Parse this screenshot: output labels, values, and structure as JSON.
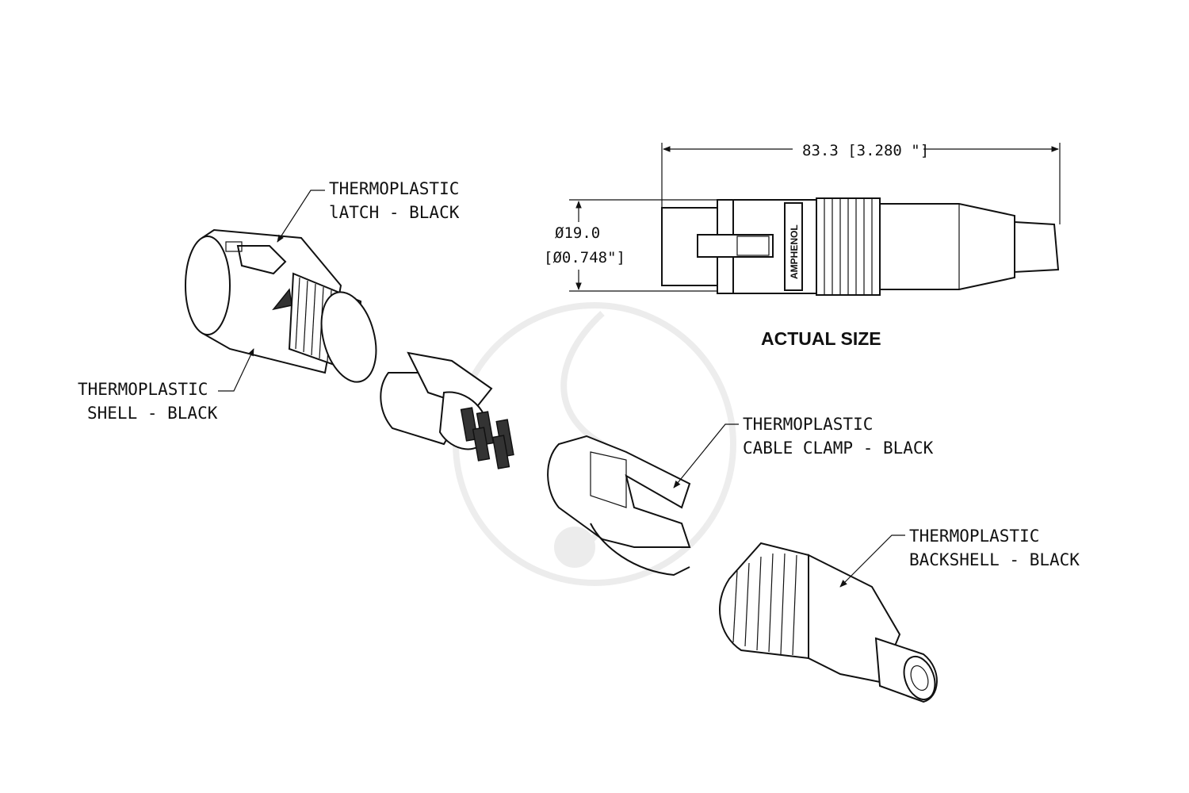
{
  "labels": {
    "latch": {
      "line1": "THERMOPLASTIC",
      "line2": "lATCH - BLACK"
    },
    "shell": {
      "line1": "THERMOPLASTIC",
      "line2": "SHELL - BLACK"
    },
    "cable_clamp": {
      "line1": "THERMOPLASTIC",
      "line2": "CABLE CLAMP - BLACK"
    },
    "backshell": {
      "line1": "THERMOPLASTIC",
      "line2": "BACKSHELL - BLACK"
    }
  },
  "dimensions": {
    "length": "83.3  [3.280 \"]",
    "diameter_mm": "Ø19.0",
    "diameter_in": "[Ø0.748\"]"
  },
  "actual_size_label": "ACTUAL SIZE",
  "brand_text": "AMPHENOL"
}
